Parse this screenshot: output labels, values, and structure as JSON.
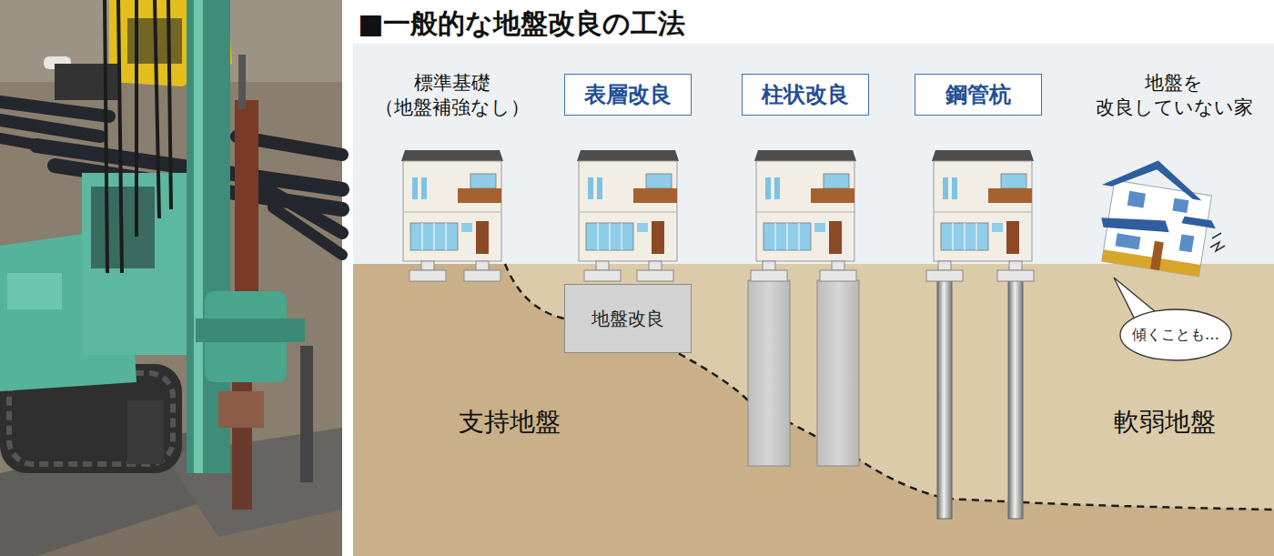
{
  "diagram": {
    "title": "■一般的な地盤改良の工法",
    "nodes": [
      {
        "text": [
          "表層改良"
        ]
      },
      {
        "text": [
          "柱状改良"
        ]
      },
      {
        "text": [
          "鋼管杭"
        ]
      },
      {
        "text": [
          "地盤改良"
        ]
      },
      {
        "text": [
          "傾くことも…"
        ]
      }
    ],
    "labels": [
      "標準基礎 （地盤補強なし）",
      "地盤を 改良していない家",
      "支持地盤",
      "軟弱地盤"
    ]
  }
}
